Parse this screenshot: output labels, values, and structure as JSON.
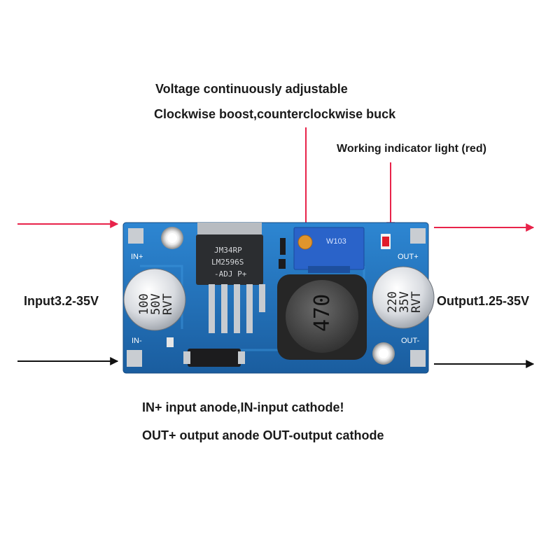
{
  "annotations": {
    "adjust_title": "Voltage continuously adjustable",
    "adjust_direction": "Clockwise boost,counterclockwise buck",
    "indicator": "Working indicator light (red)",
    "input_range": "Input3.2-35V",
    "output_range": "Output1.25-35V",
    "in_polarity": "IN+ input anode,IN-input cathode!",
    "out_polarity": "OUT+ output anode OUT-output cathode"
  },
  "board": {
    "in_plus": "IN+",
    "in_minus": "IN-",
    "out_plus": "OUT+",
    "out_minus": "OUT-",
    "cap_in": [
      "100",
      "50V",
      "RVT"
    ],
    "cap_out": [
      "220",
      "35V",
      "RVT"
    ],
    "ic": [
      "JM34RP",
      "LM2596S",
      "-ADJ  P+"
    ],
    "inductor": "470",
    "pot": "W103"
  },
  "colors": {
    "pcb": "#1f6fb8",
    "arrow_red": "#e8234a",
    "arrow_black": "#111111",
    "led": "#e01c2a",
    "pot": "#2a63c9"
  }
}
